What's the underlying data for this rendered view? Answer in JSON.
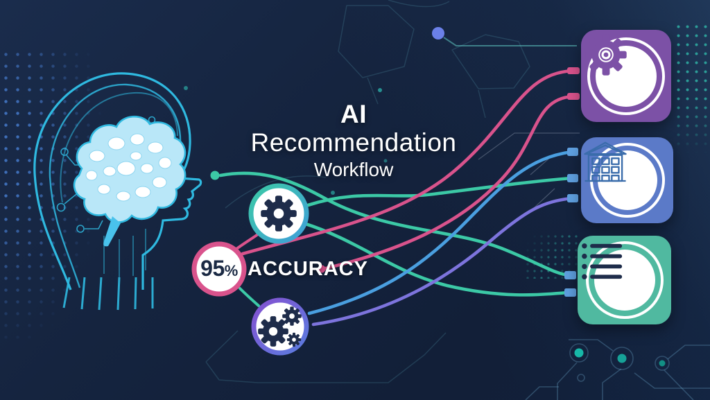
{
  "title": {
    "line1_emphasis": "AI",
    "line1_rest": " Recommendation",
    "line2": "Workflow"
  },
  "accuracy_node": {
    "value": "95",
    "unit": "%",
    "label": "ACCURACY"
  },
  "process_nodes": [
    {
      "icon": "gear-icon"
    },
    {
      "icon": "gears-icon"
    }
  ],
  "input": {
    "icon": "head-with-brain-icon"
  },
  "output_cards": [
    {
      "icon": "gear-icon"
    },
    {
      "icon": "building-icon"
    },
    {
      "icon": "list-icon"
    }
  ],
  "colors": {
    "pink": "#d9538c",
    "teal": "#3cc9a6",
    "blue": "#4a9fe0",
    "violet": "#7d74dd",
    "cyan": "#2fb9e0",
    "node_dark": "#1e2c4a",
    "purple_box": "#7c51a6",
    "blue_box": "#5b7ac8",
    "teal_box": "#50b9a0",
    "building_icon": "#3a6cab",
    "stub_blue": "#5fa0e0"
  }
}
